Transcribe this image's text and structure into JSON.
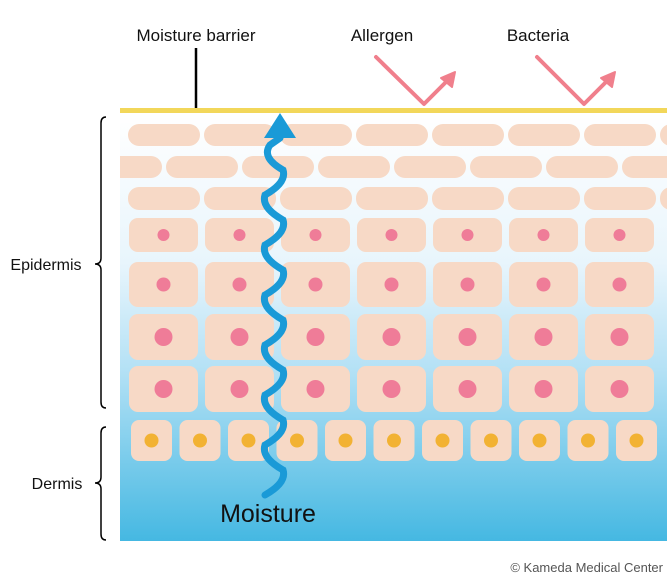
{
  "labels": {
    "moisture_barrier": "Moisture barrier",
    "allergen": "Allergen",
    "bacteria": "Bacteria",
    "epidermis": "Epidermis",
    "dermis": "Dermis",
    "moisture": "Moisture",
    "credit": "© Kameda Medical Center"
  },
  "colors": {
    "barrier": "#f2d75a",
    "cell_fill": "#f7d9c6",
    "nucleus_epidermis": "#ef7c98",
    "nucleus_dermis": "#f2b233",
    "moisture_arrow": "#1a9ad7",
    "deflect_arrow": "#f07f8c",
    "gradient_top": "#ffffff",
    "gradient_bottom": "#45b8e2"
  }
}
